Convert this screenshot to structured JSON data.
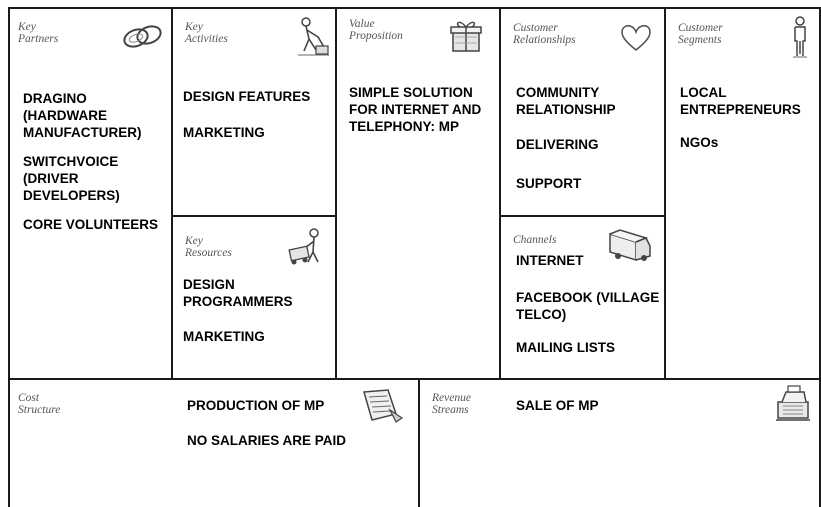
{
  "canvas": {
    "key_partners": {
      "heading": "Key\nPartners",
      "icon": "chain-links-icon",
      "items": [
        "DRAGINO\n(HARDWARE\nMANUFACTURER)",
        "SWITCHVOICE\n(DRIVER\nDEVELOPERS)",
        "CORE VOLUNTEERS"
      ]
    },
    "key_activities": {
      "heading": "Key\nActivities",
      "icon": "person-working-icon",
      "items": [
        "DESIGN FEATURES",
        "MARKETING"
      ]
    },
    "key_resources": {
      "heading": "Key\nResources",
      "icon": "person-with-cart-icon",
      "items": [
        "DESIGN\nPROGRAMMERS",
        "MARKETING"
      ]
    },
    "value_proposition": {
      "heading": "Value\nProposition",
      "icon": "gift-icon",
      "items": [
        "SIMPLE SOLUTION\nFOR INTERNET AND\nTELEPHONY: MP"
      ]
    },
    "customer_relationships": {
      "heading": "Customer\nRelationships",
      "icon": "heart-icon",
      "items": [
        "COMMUNITY\nRELATIONSHIP",
        "DELIVERING",
        "SUPPORT"
      ]
    },
    "channels": {
      "heading": "Channels",
      "icon": "truck-icon",
      "items": [
        "INTERNET",
        "FACEBOOK (VILLAGE\nTELCO)",
        "MAILING LISTS"
      ]
    },
    "customer_segments": {
      "heading": "Customer\nSegments",
      "icon": "person-standing-icon",
      "items": [
        "LOCAL\nENTREPRENEURS",
        "NGOs"
      ]
    },
    "cost_structure": {
      "heading": "Cost\nStructure",
      "icon": "price-tag-icon",
      "items": [
        "PRODUCTION OF MP",
        "NO SALARIES ARE PAID"
      ]
    },
    "revenue_streams": {
      "heading": "Revenue\nStreams",
      "icon": "cash-register-icon",
      "items": [
        "SALE OF MP"
      ]
    }
  }
}
